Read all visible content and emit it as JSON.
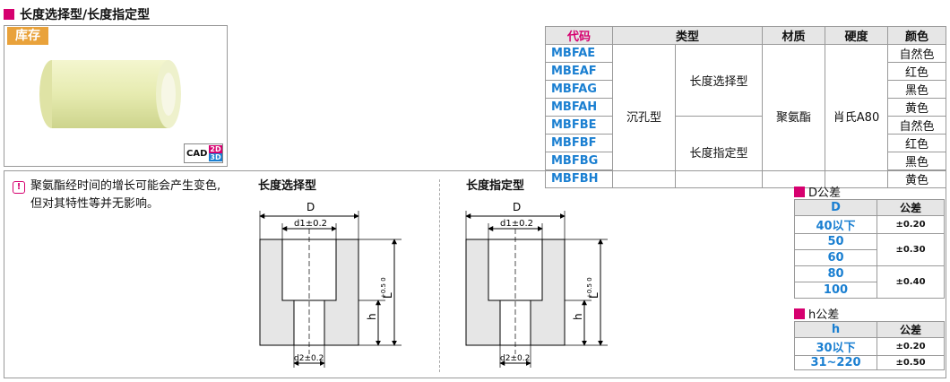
{
  "header": {
    "title": "长度选择型/长度指定型"
  },
  "stock_label": "库存",
  "cad_badge": {
    "cad": "CAD",
    "d2": "2D",
    "d3": "3D"
  },
  "spec_table": {
    "headers": [
      "代码",
      "类型",
      "材质",
      "硬度",
      "颜色"
    ],
    "codes": [
      "MBFAE",
      "MBEAF",
      "MBFAG",
      "MBFAH",
      "MBFBE",
      "MBFBF",
      "MBFBG",
      "MBFBH"
    ],
    "type_main": "沉孔型",
    "type_sub1": "长度选择型",
    "type_sub2": "长度指定型",
    "material": "聚氨酯",
    "hardness": "肖氏A80",
    "colors": [
      "自然色",
      "红色",
      "黑色",
      "黄色",
      "自然色",
      "红色",
      "黑色",
      "黄色"
    ]
  },
  "note": {
    "line1": "聚氨酯经时间的增长可能会产生变色,",
    "line2": "但对其特性等并无影响。"
  },
  "drawings": {
    "left_title": "长度选择型",
    "right_title": "长度指定型",
    "D": "D",
    "d1": "d1±0.2",
    "d2": "d2±0.2",
    "L": "L",
    "L_tol": "+0.5 0",
    "h": "h"
  },
  "d_tol": {
    "title": "D公差",
    "headers": [
      "D",
      "公差"
    ],
    "rows": [
      {
        "v": "40以下",
        "t": "±0.20"
      },
      {
        "v": "50",
        "t": "±0.30"
      },
      {
        "v": "60",
        "t": ""
      },
      {
        "v": "80",
        "t": "±0.40"
      },
      {
        "v": "100",
        "t": ""
      }
    ]
  },
  "h_tol": {
    "title": "h公差",
    "headers": [
      "h",
      "公差"
    ],
    "rows": [
      {
        "v": "30以下",
        "t": "±0.20"
      },
      {
        "v": "31~220",
        "t": "±0.50"
      }
    ]
  }
}
